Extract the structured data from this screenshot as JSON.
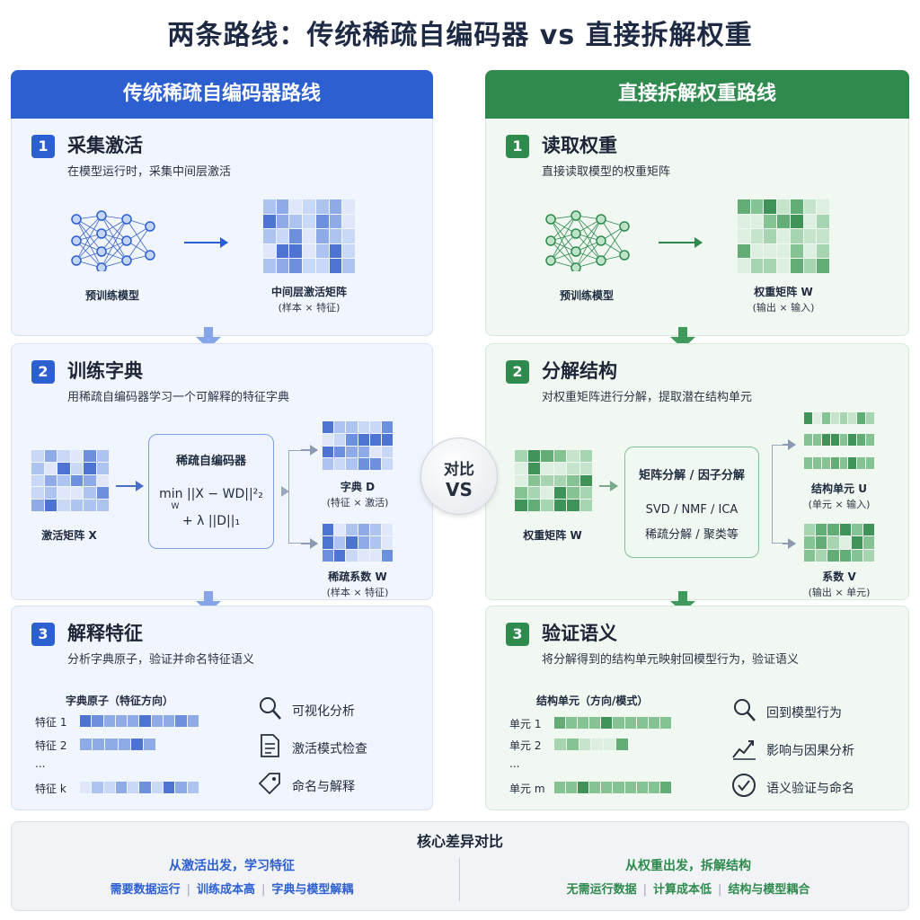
{
  "title": "两条路线：传统稀疏自编码器 vs 直接拆解权重",
  "left": {
    "header": "传统稀疏自编码器路线",
    "step1": {
      "num": "1",
      "title": "采集激活",
      "desc": "在模型运行时，采集中间层激活",
      "model_label": "预训练模型",
      "matrix_label": "中间层激活矩阵",
      "matrix_sub": "(样本 × 特征)"
    },
    "step2": {
      "num": "2",
      "title": "训练字典",
      "desc": "用稀疏自编码器学习一个可解释的特征字典",
      "input_label": "激活矩阵 X",
      "box_title": "稀疏自编码器",
      "formula_line1": "min ||X − WD||²₂",
      "formula_min_sub": "W",
      "formula_line2": "+ λ ||D||₁",
      "out1_label": "字典 D",
      "out1_sub": "(特征 × 激活)",
      "out2_label": "稀疏系数 W",
      "out2_sub": "(样本 × 特征)"
    },
    "step3": {
      "num": "3",
      "title": "解释特征",
      "desc": "分析字典原子，验证并命名特征语义",
      "list_head": "字典原子（特征方向）",
      "rows": [
        "特征 1",
        "特征 2",
        "...",
        "特征 k"
      ],
      "tools": [
        "可视化分析",
        "激活模式检查",
        "命名与解释"
      ]
    }
  },
  "right": {
    "header": "直接拆解权重路线",
    "step1": {
      "num": "1",
      "title": "读取权重",
      "desc": "直接读取模型的权重矩阵",
      "model_label": "预训练模型",
      "matrix_label": "权重矩阵 W",
      "matrix_sub": "(输出 × 输入)"
    },
    "step2": {
      "num": "2",
      "title": "分解结构",
      "desc": "对权重矩阵进行分解，提取潜在结构单元",
      "input_label": "权重矩阵 W",
      "box_title": "矩阵分解 / 因子分解",
      "box_line1": "SVD / NMF / ICA",
      "box_line2": "稀疏分解 / 聚类等",
      "out1_label": "结构单元 U",
      "out1_sub": "(单元 × 输入)",
      "out2_label": "系数 V",
      "out2_sub": "(输出 × 单元)"
    },
    "step3": {
      "num": "3",
      "title": "验证语义",
      "desc": "将分解得到的结构单元映射回模型行为，验证语义",
      "list_head": "结构单元（方向/模式）",
      "rows": [
        "单元 1",
        "单元 2",
        "...",
        "单元 m"
      ],
      "tools": [
        "回到模型行为",
        "影响与因果分析",
        "语义验证与命名"
      ]
    }
  },
  "vs": {
    "top": "对比",
    "bottom": "VS"
  },
  "summary": {
    "title": "核心差异对比",
    "left_head": "从激活出发，学习特征",
    "left_items": [
      "需要数据运行",
      "训练成本高",
      "字典与模型解耦"
    ],
    "right_head": "从权重出发，拆解结构",
    "right_items": [
      "无需运行数据",
      "计算成本低",
      "结构与模型耦合"
    ]
  },
  "colors": {
    "blue": "#2c5fd0",
    "green": "#2f8a4e"
  }
}
